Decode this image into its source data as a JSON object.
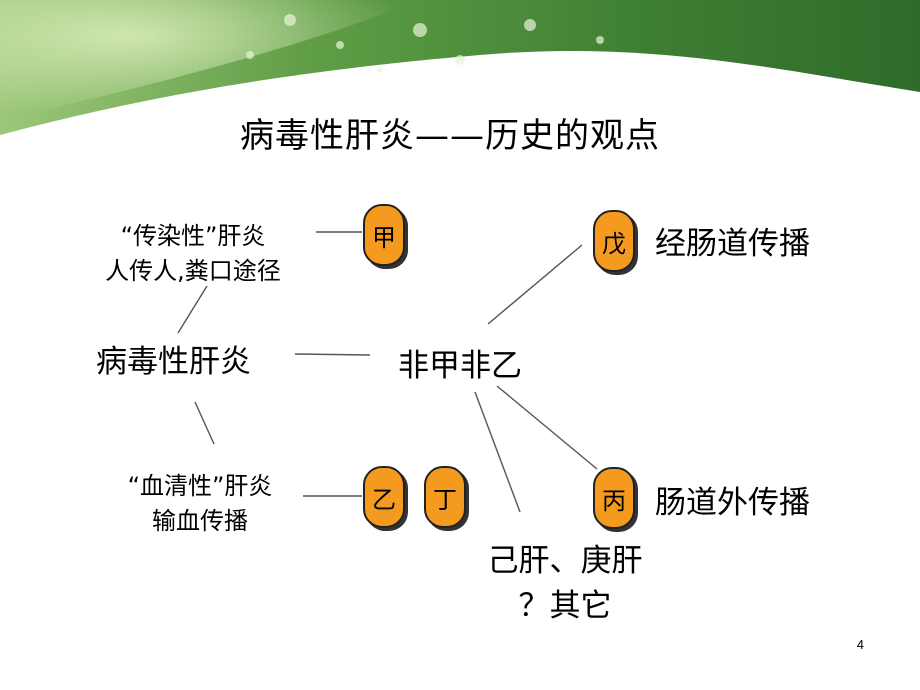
{
  "title": "病毒性肝炎——历史的观点",
  "left": {
    "infectious_line1": "“传染性”肝炎",
    "infectious_line2": "人传人,粪口途径",
    "center": "病毒性肝炎",
    "serum_line1": "“血清性”肝炎",
    "serum_line2": "输血传播"
  },
  "badges": {
    "jia": "甲",
    "yi": "乙",
    "ding": "丁",
    "wu": "戊",
    "bing": "丙"
  },
  "middle": {
    "non_ab": "非甲非乙",
    "others_line1": "己肝、庚肝",
    "others_line2": "？其它"
  },
  "right": {
    "enteral": "经肠道传播",
    "parenteral": "肠道外传播"
  },
  "page_number": "4",
  "colors": {
    "badge_fill": "#f39a1f",
    "banner_green": "#4f8f3a"
  }
}
